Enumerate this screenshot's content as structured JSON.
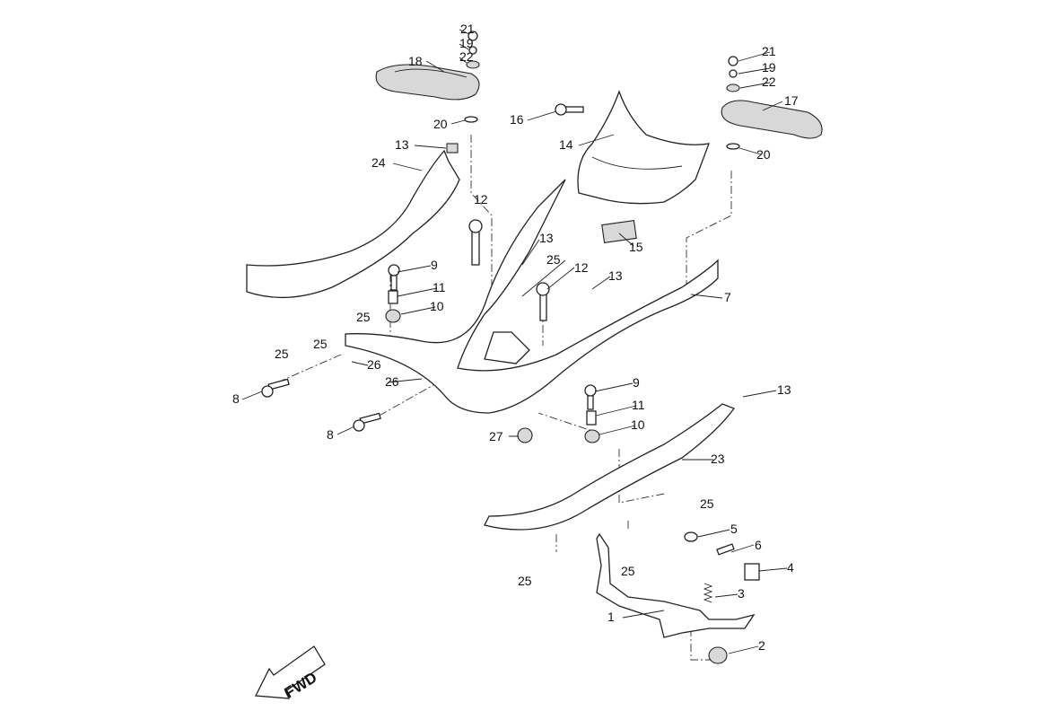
{
  "diagram": {
    "forward_indicator": "FWD",
    "labels": [
      "21",
      "19",
      "22",
      "18",
      "20",
      "13",
      "24",
      "12",
      "13",
      "25",
      "12",
      "9",
      "11",
      "10",
      "13",
      "7",
      "25",
      "25",
      "25",
      "26",
      "26",
      "8",
      "8",
      "27",
      "9",
      "11",
      "10",
      "13",
      "23",
      "25",
      "25",
      "25",
      "5",
      "6",
      "4",
      "3",
      "1",
      "2",
      "21",
      "19",
      "22",
      "17",
      "20",
      "16",
      "14",
      "15"
    ]
  }
}
